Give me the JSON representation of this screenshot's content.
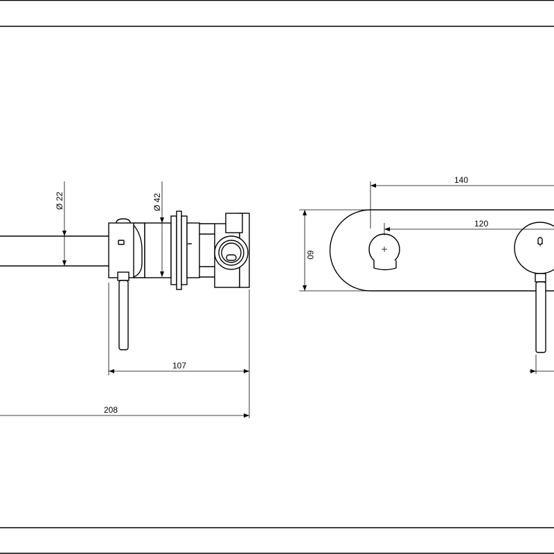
{
  "drawing": {
    "side_view": {
      "dia_pipe_label": "Ø 22",
      "dia_flange_label": "Ø 42",
      "depth_label": "107",
      "total_length_label": "208"
    },
    "front_view": {
      "plate_width_label": "140",
      "handle_spacing_label": "120",
      "plate_height_label": "60"
    }
  }
}
